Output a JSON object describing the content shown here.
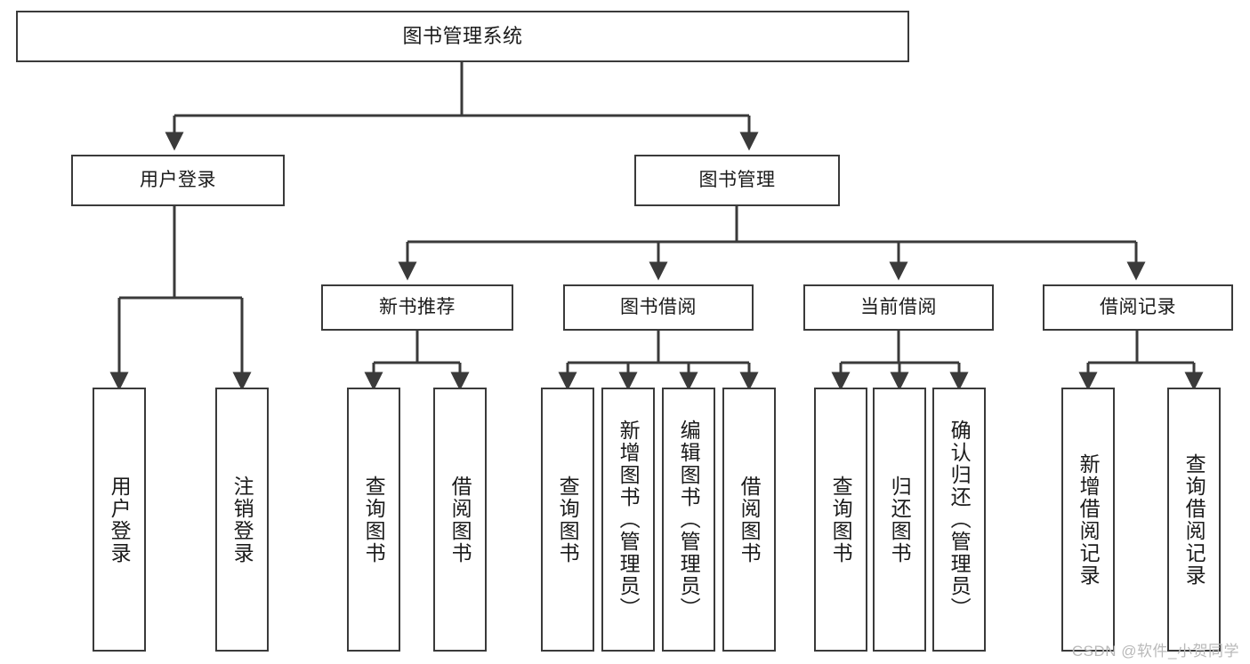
{
  "diagram": {
    "title": "图书管理系统",
    "type": "tree-hierarchy",
    "stroke_color": "#3a3a3a",
    "fill_color": "#ffffff",
    "text_color": "#1b1b1b",
    "watermark": "CSDN @软件_小贺同学"
  },
  "nodes": {
    "root": {
      "label": "图书管理系统"
    },
    "level2": [
      {
        "id": "user-login",
        "label": "用户登录"
      },
      {
        "id": "book-manage",
        "label": "图书管理"
      }
    ],
    "level3": [
      {
        "id": "new-book-recommend",
        "label": "新书推荐"
      },
      {
        "id": "book-borrow",
        "label": "图书借阅"
      },
      {
        "id": "current-borrow",
        "label": "当前借阅"
      },
      {
        "id": "borrow-record",
        "label": "借阅记录"
      }
    ],
    "leaves": [
      {
        "id": "leaf-user-login",
        "label": "用户登录",
        "parent": "user-login"
      },
      {
        "id": "leaf-user-logout",
        "label": "注销登录",
        "parent": "user-login"
      },
      {
        "id": "leaf-query-book-1",
        "label": "查询图书",
        "parent": "new-book-recommend"
      },
      {
        "id": "leaf-borrow-book-1",
        "label": "借阅图书",
        "parent": "new-book-recommend"
      },
      {
        "id": "leaf-query-book-2",
        "label": "查询图书",
        "parent": "book-borrow"
      },
      {
        "id": "leaf-add-book",
        "label": "新增图书（管理员）",
        "parent": "book-borrow"
      },
      {
        "id": "leaf-edit-book",
        "label": "编辑图书（管理员）",
        "parent": "book-borrow"
      },
      {
        "id": "leaf-borrow-book-2",
        "label": "借阅图书",
        "parent": "book-borrow"
      },
      {
        "id": "leaf-query-book-3",
        "label": "查询图书",
        "parent": "current-borrow"
      },
      {
        "id": "leaf-return-book",
        "label": "归还图书",
        "parent": "current-borrow"
      },
      {
        "id": "leaf-confirm-return",
        "label": "确认归还（管理员）",
        "parent": "current-borrow"
      },
      {
        "id": "leaf-add-record",
        "label": "新增借阅记录",
        "parent": "borrow-record"
      },
      {
        "id": "leaf-query-record",
        "label": "查询借阅记录",
        "parent": "borrow-record"
      }
    ]
  }
}
